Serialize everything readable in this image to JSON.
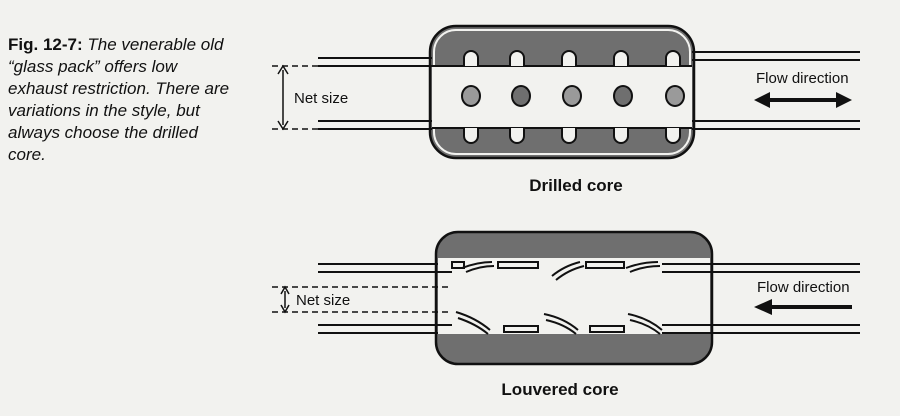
{
  "caption": {
    "label": "Fig. 12-7:",
    "text": "The venerable old “glass pack” offers low exhaust restriction. There are variations in the style, but always choose the drilled core."
  },
  "drilled": {
    "title": "Drilled core",
    "net_size_label": "Net size",
    "flow_label": "Flow direction"
  },
  "louvered": {
    "title": "Louvered core",
    "net_size_label": "Net size",
    "flow_label": "Flow direction"
  },
  "colors": {
    "packing": "#6f6f6f",
    "ink": "#111111",
    "paper": "#f2f2ef"
  }
}
